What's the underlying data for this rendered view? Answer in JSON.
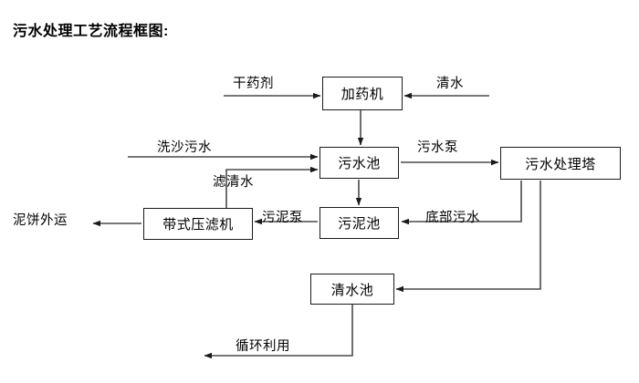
{
  "diagram": {
    "title": "污水处理工艺流程框图:",
    "type": "process-flow-block-diagram",
    "stroke_color": "#1a1a1a",
    "background_color": "#ffffff",
    "nodes": [
      {
        "id": "dosing",
        "label": "加药机"
      },
      {
        "id": "sewage",
        "label": "污水池"
      },
      {
        "id": "tower",
        "label": "污水处理塔"
      },
      {
        "id": "belt",
        "label": "带式压滤机"
      },
      {
        "id": "sludge",
        "label": "污泥池"
      },
      {
        "id": "clean",
        "label": "清水池"
      }
    ],
    "edge_labels": [
      {
        "id": "dry-agent",
        "label": "干药剂"
      },
      {
        "id": "fresh-water",
        "label": "清水"
      },
      {
        "id": "wash-sand",
        "label": "洗沙污水"
      },
      {
        "id": "sewage-pump",
        "label": "污水泵"
      },
      {
        "id": "filtrate",
        "label": "滤清水"
      },
      {
        "id": "mud-cake",
        "label": "泥饼外运"
      },
      {
        "id": "sludge-pump",
        "label": "污泥泵"
      },
      {
        "id": "bottom-water",
        "label": "底部污水"
      },
      {
        "id": "recycle",
        "label": "循环利用"
      }
    ],
    "flows": [
      {
        "from": "干药剂",
        "to": "加药机"
      },
      {
        "from": "清水",
        "to": "加药机"
      },
      {
        "from": "加药机",
        "to": "污水池"
      },
      {
        "from": "洗沙污水",
        "to": "污水池"
      },
      {
        "from": "带式压滤机",
        "to": "污水池",
        "label": "滤清水"
      },
      {
        "from": "污水池",
        "to": "污水处理塔",
        "label": "污水泵"
      },
      {
        "from": "污水池",
        "to": "污泥池"
      },
      {
        "from": "污水处理塔",
        "to": "污泥池",
        "label": "底部污水"
      },
      {
        "from": "污泥池",
        "to": "带式压滤机",
        "label": "污泥泵"
      },
      {
        "from": "带式压滤机",
        "to": "泥饼外运"
      },
      {
        "from": "污水处理塔",
        "to": "清水池"
      },
      {
        "from": "清水池",
        "to": "循环利用"
      }
    ]
  }
}
